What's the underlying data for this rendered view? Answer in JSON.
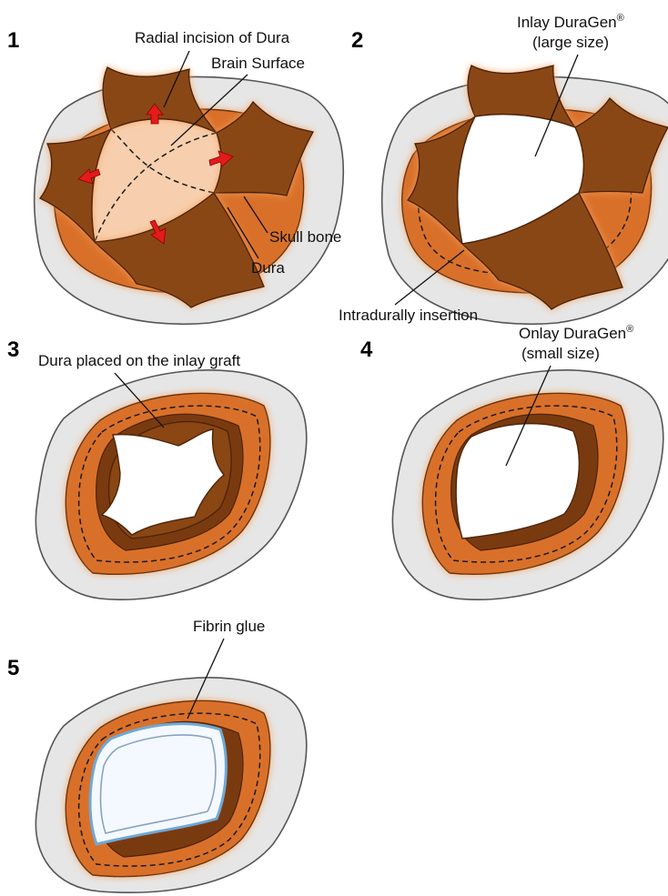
{
  "panels": [
    {
      "number": "1",
      "labels": {
        "incision": "Radial incision of Dura",
        "brain": "Brain Surface",
        "skull": "Skull bone",
        "dura": "Dura"
      }
    },
    {
      "number": "2",
      "labels": {
        "inlay_line1": "Inlay DuraGen",
        "inlay_sup": "®",
        "inlay_line2": "(large size)",
        "insertion": "Intradurally insertion"
      }
    },
    {
      "number": "3",
      "labels": {
        "dura_placed": "Dura placed on the inlay graft"
      }
    },
    {
      "number": "4",
      "labels": {
        "onlay_line1": "Onlay DuraGen",
        "onlay_sup": "®",
        "onlay_line2": "(small size)"
      }
    },
    {
      "number": "5",
      "labels": {
        "glue": "Fibrin glue"
      }
    }
  ],
  "colors": {
    "skull_bone": "#e6e6e6",
    "cavity": "#d9702a",
    "dura": "#8a4613",
    "brain_surface": "#f7cfae",
    "graft": "#ffffff",
    "arrow": "#e31b1b",
    "fibrin_glue": "#6fa9d6"
  }
}
